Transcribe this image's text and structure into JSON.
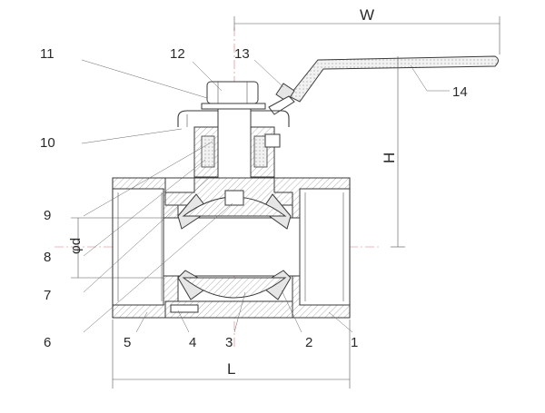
{
  "dimensions": {
    "width_label": "W",
    "height_label": "H",
    "length_label": "L",
    "bore_label": "φd"
  },
  "parts": [
    "1",
    "2",
    "3",
    "4",
    "5",
    "6",
    "7",
    "8",
    "9",
    "10",
    "11",
    "12",
    "13",
    "14"
  ],
  "colors": {
    "outline": "#3a3a3a",
    "centerline": "#dd7777",
    "hatch": "#9a9a9a",
    "seat": "#cccccc"
  }
}
